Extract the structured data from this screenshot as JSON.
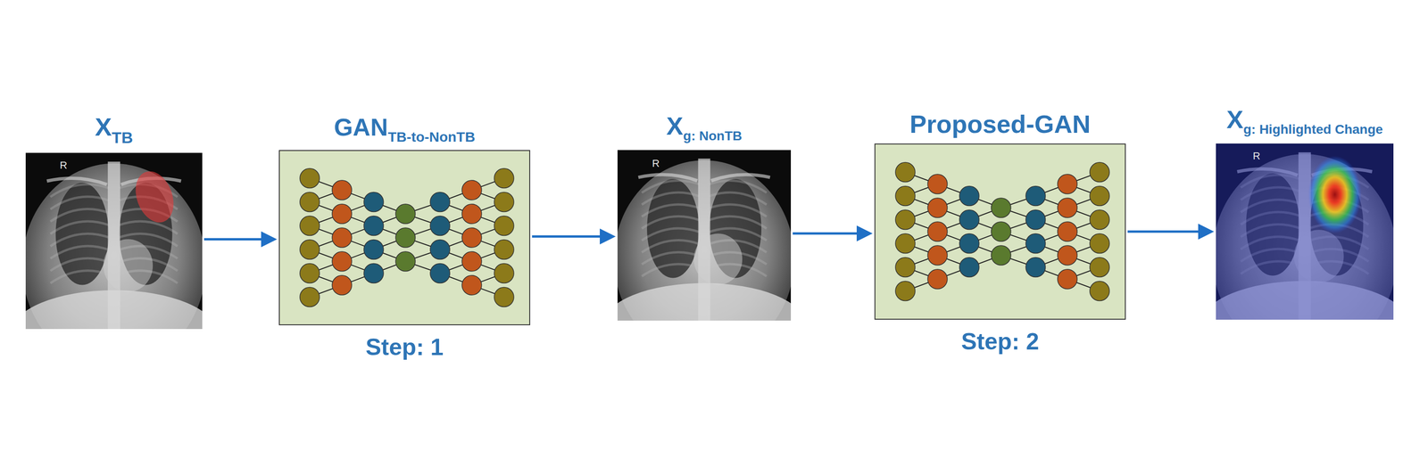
{
  "diagram": {
    "nodes": [
      {
        "text": [
          "X",
          "TB"
        ]
      },
      {
        "text": [
          "GAN",
          "TB-to-NonTB",
          "Step: 1"
        ]
      },
      {
        "text": [
          "X",
          "g: NonTB"
        ]
      },
      {
        "text": [
          "Proposed-GAN",
          "Step: 2"
        ]
      },
      {
        "text": [
          "X",
          "g: Highlighted Change"
        ]
      }
    ],
    "edges": [
      {
        "from": 0,
        "to": 1,
        "arrow": "to"
      },
      {
        "from": 1,
        "to": 2,
        "arrow": "to"
      },
      {
        "from": 2,
        "to": 3,
        "arrow": "to"
      },
      {
        "from": 3,
        "to": 4,
        "arrow": "to"
      }
    ],
    "labels": [
      "R",
      "R",
      "R"
    ]
  }
}
